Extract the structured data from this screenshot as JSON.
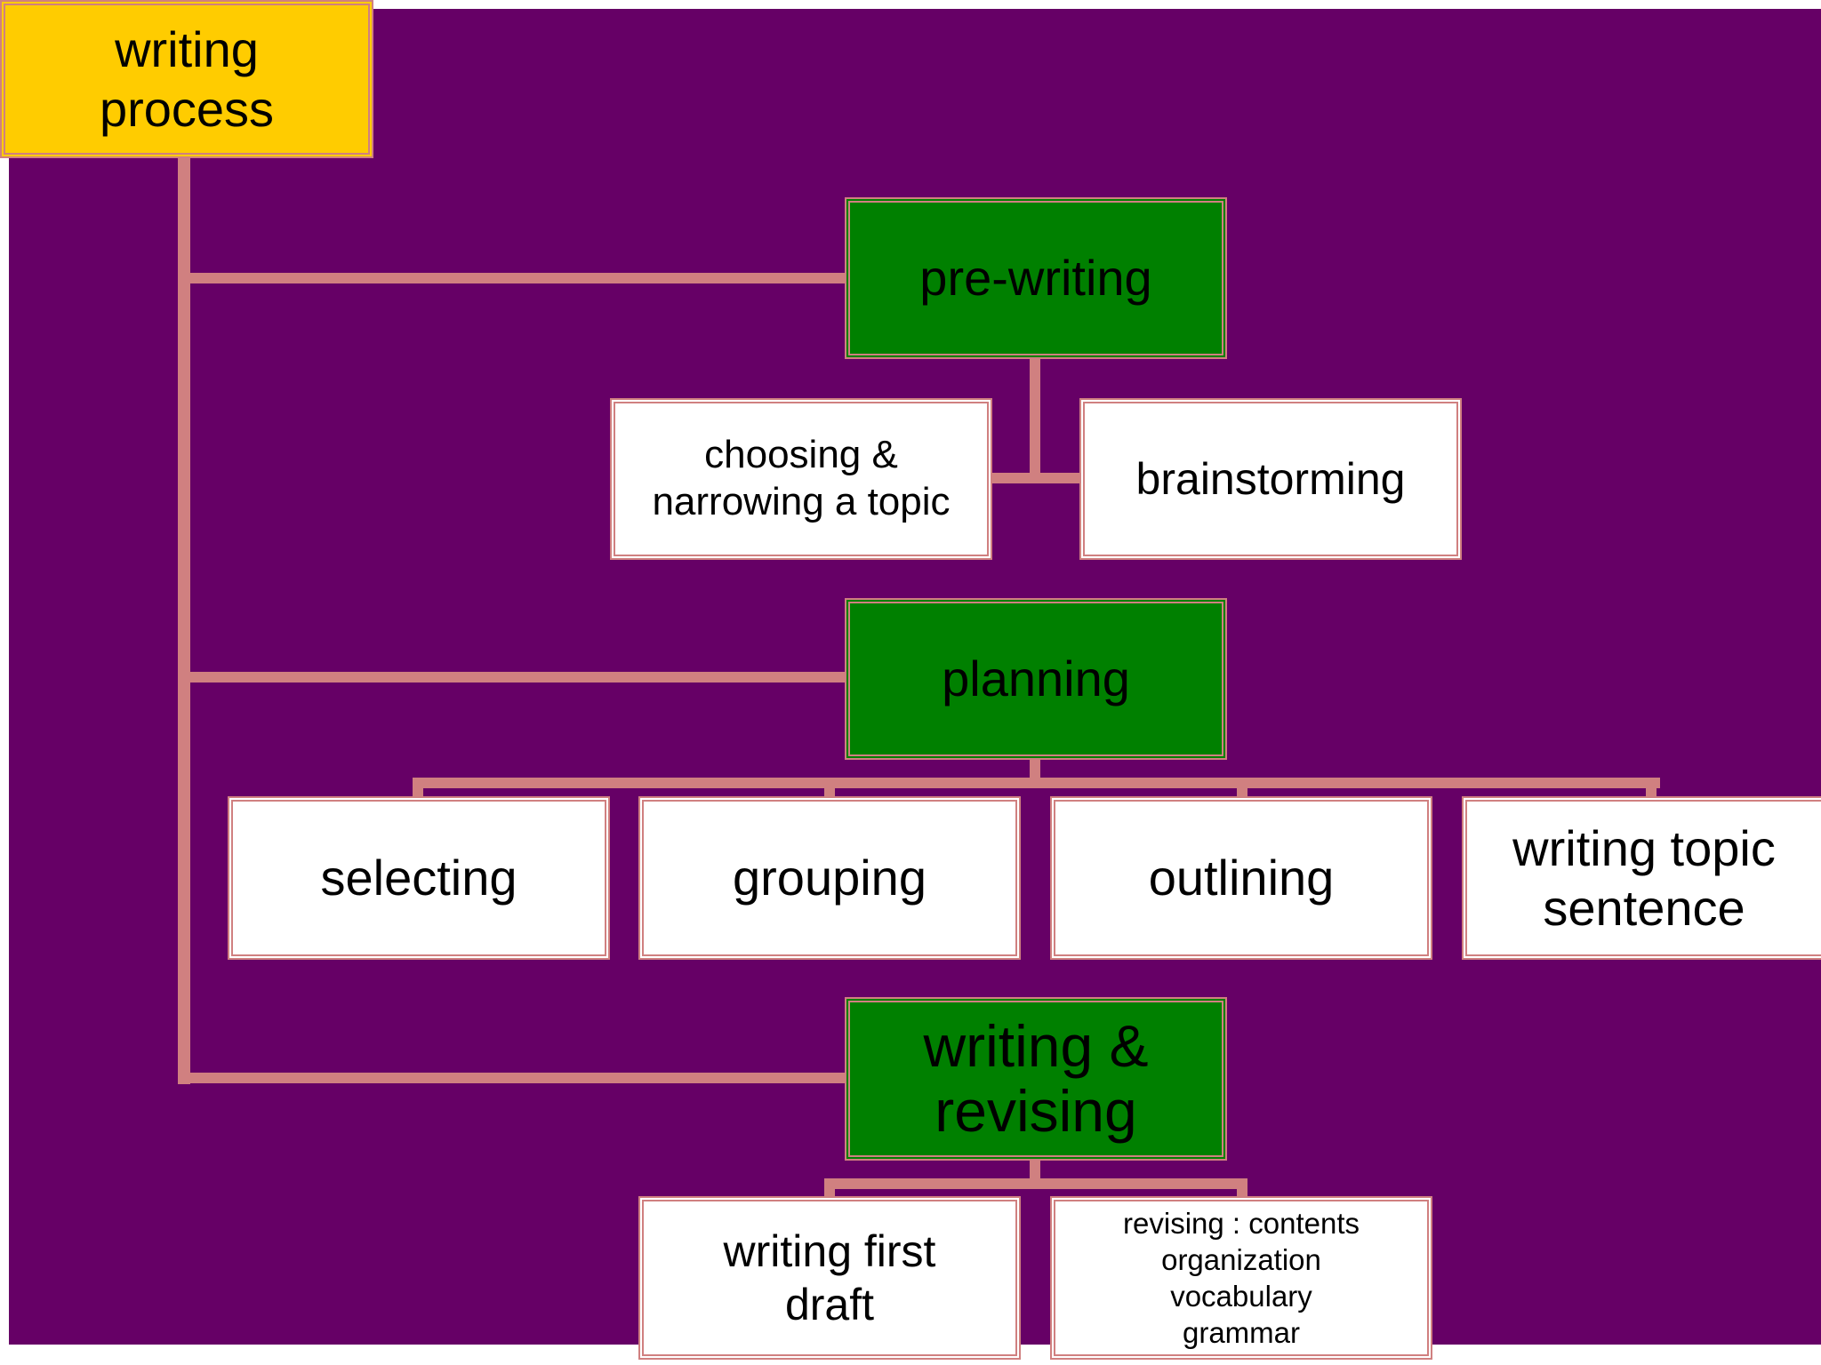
{
  "colors": {
    "background": "#660066",
    "connector": "#d08080",
    "root_fill": "#ffcc00",
    "stage_fill": "#008000",
    "leaf_fill": "#ffffff"
  },
  "diagram": {
    "root": {
      "label": "writing\nprocess"
    },
    "stages": [
      {
        "label": "pre-writing",
        "children": [
          "choosing &\nnarrowing a topic",
          "brainstorming"
        ]
      },
      {
        "label": "planning",
        "children": [
          "selecting",
          "grouping",
          "outlining",
          "writing topic\nsentence"
        ]
      },
      {
        "label": "writing &\nrevising",
        "children": [
          "writing first\ndraft",
          "revising : contents\norganization\nvocabulary\ngrammar"
        ]
      }
    ]
  }
}
